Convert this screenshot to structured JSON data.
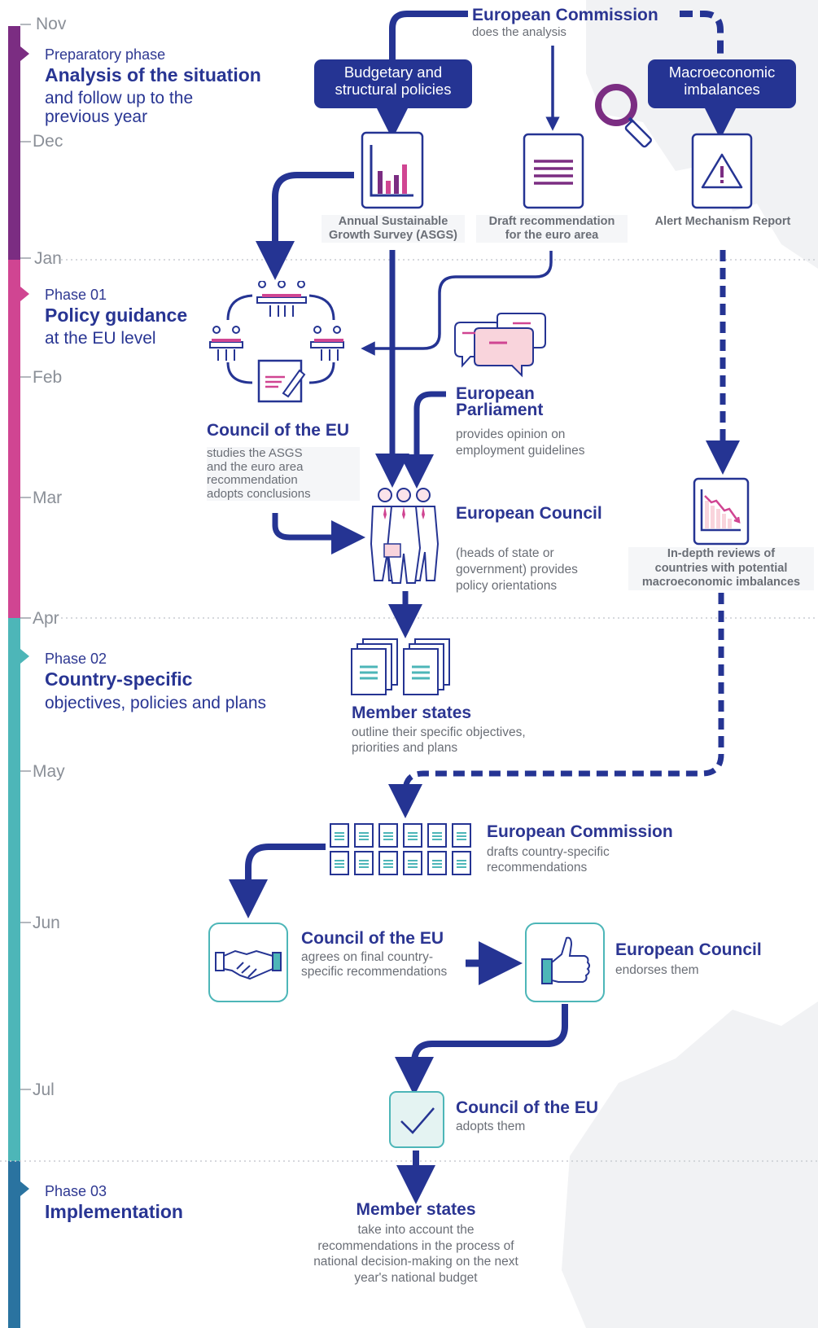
{
  "colors": {
    "navy": "#253493",
    "purple": "#7b2d82",
    "magenta": "#d04592",
    "teal": "#4db6b8",
    "blue": "#2a73a0",
    "grey_text": "#6a6e76"
  },
  "timeline": {
    "months": [
      "Nov",
      "Dec",
      "Jan",
      "Feb",
      "Mar",
      "Apr",
      "May",
      "Jun",
      "Jul"
    ]
  },
  "phases": {
    "preparatory": {
      "label": "Preparatory phase",
      "title": "Analysis of the situation",
      "sub_line1": "and follow up to the",
      "sub_line2": "previous year"
    },
    "phase01": {
      "label": "Phase 01",
      "title": "Policy guidance",
      "sub": "at the EU level"
    },
    "phase02": {
      "label": "Phase 02",
      "title": "Country-specific",
      "sub": "objectives, policies and plans"
    },
    "phase03": {
      "label": "Phase 03",
      "title": "Implementation"
    }
  },
  "top": {
    "commission_title": "European Commission",
    "commission_desc": "does the analysis",
    "pill_left_line1": "Budgetary and",
    "pill_left_line2": "structural policies",
    "pill_right_line1": "Macroeconomic",
    "pill_right_line2": "imbalances"
  },
  "icons": {
    "asgs_line1": "Annual Sustainable",
    "asgs_line2": "Growth Survey (ASGS)",
    "draft_line1": "Draft recommendation",
    "draft_line2": "for the euro area",
    "alert": "Alert Mechanism Report",
    "indepth_line1": "In-depth reviews of",
    "indepth_line2": "countries with potential",
    "indepth_line3": "macroeconomic imbalances"
  },
  "steps": {
    "parliament_line1": "European",
    "parliament_line2": "Parliament",
    "parliament_desc_line1": "provides opinion on",
    "parliament_desc_line2": "employment guidelines",
    "council1_title": "Council of the EU",
    "council1_desc_line1": "studies the ASGS",
    "council1_desc_line2": "and the euro area",
    "council1_desc_line3": "recommendation",
    "council1_desc_line4": "adopts conclusions",
    "euco1_title": "European Council",
    "euco1_desc_line1": "(heads of state or",
    "euco1_desc_line2": "government) provides",
    "euco1_desc_line3": "policy orientations",
    "ms1_title": "Member states",
    "ms1_desc_line1": "outline their specific objectives,",
    "ms1_desc_line2": "priorities and plans",
    "ec2_title": "European Commission",
    "ec2_desc_line1": "drafts country-specific",
    "ec2_desc_line2": "recommendations",
    "council2_title": "Council of the EU",
    "council2_desc_line1": "agrees on final country-",
    "council2_desc_line2": "specific recommendations",
    "euco2_title": "European Council",
    "euco2_desc": "endorses them",
    "council3_title": "Council of the EU",
    "council3_desc": "adopts them",
    "ms2_title": "Member states",
    "ms2_desc_line1": "take into account the",
    "ms2_desc_line2": "recommendations in the process of",
    "ms2_desc_line3": "national decision-making on the next",
    "ms2_desc_line4": "year's national budget"
  }
}
